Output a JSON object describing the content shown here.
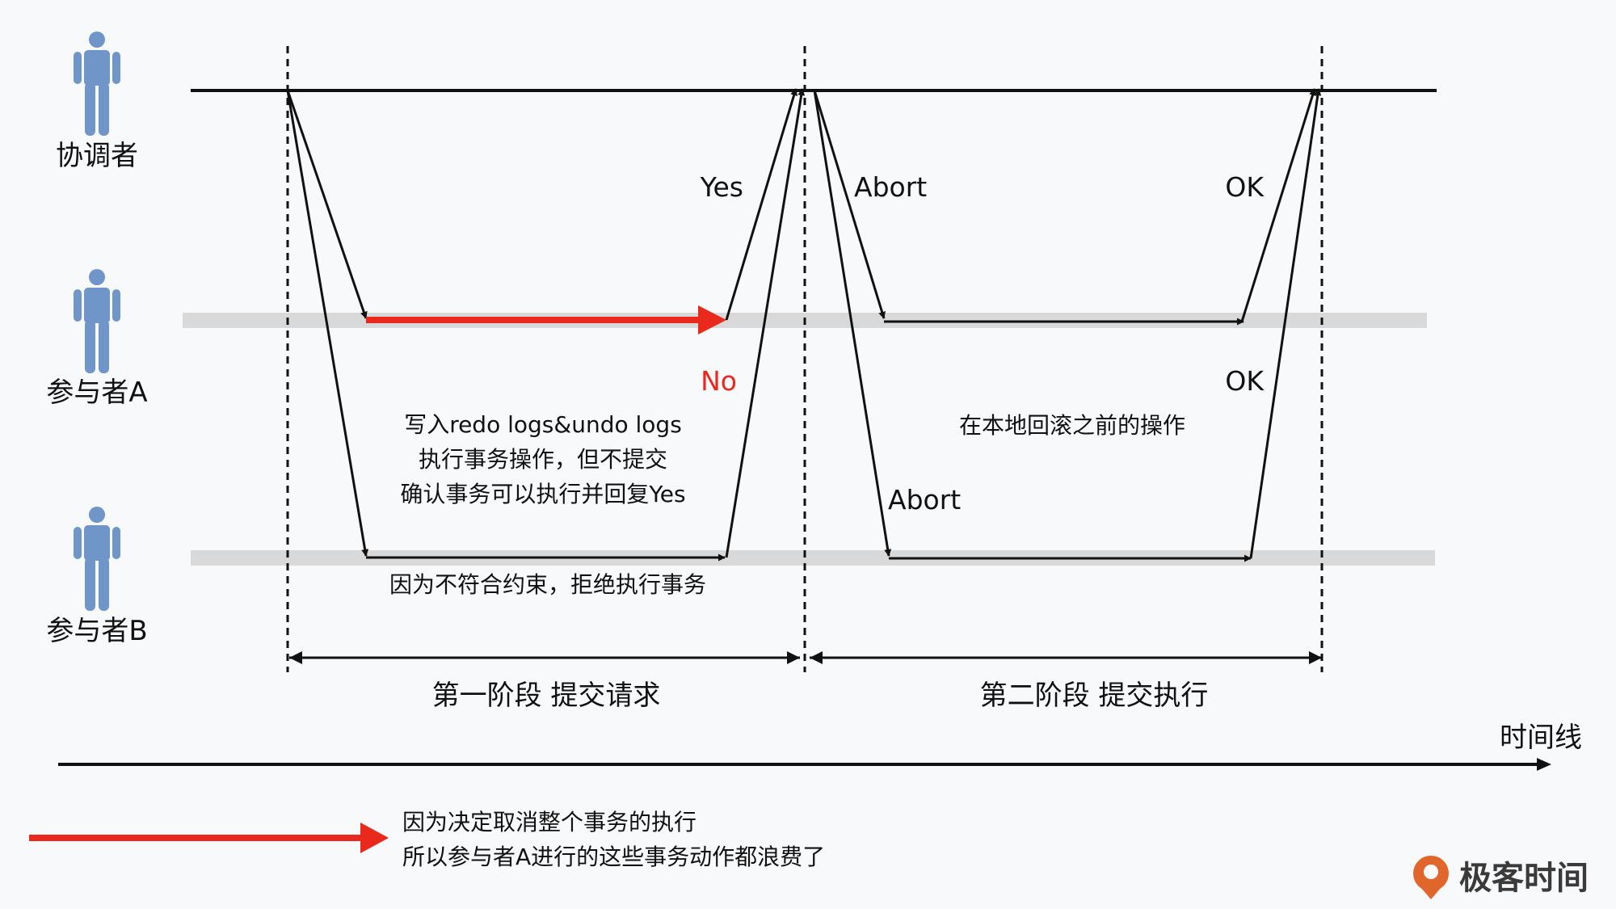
{
  "actors": {
    "coordinator": "协调者",
    "participant_a": "参与者A",
    "participant_b": "参与者B"
  },
  "messages": {
    "yes": "Yes",
    "abort_top": "Abort",
    "ok_top": "OK",
    "no": "No",
    "ok_mid": "OK",
    "abort_bottom": "Abort"
  },
  "notes": {
    "phase1_line1": "写入redo logs&undo logs",
    "phase1_line2": "执行事务操作，但不提交",
    "phase1_line3": "确认事务可以执行并回复Yes",
    "phase2": "在本地回滚之前的操作",
    "b_reject": "因为不符合约束，拒绝执行事务"
  },
  "phases": {
    "phase1": "第一阶段 提交请求",
    "phase2": "第二阶段 提交执行"
  },
  "timeline": "时间线",
  "legend": {
    "line1": "因为决定取消整个事务的执行",
    "line2": "所以参与者A进行的这些事务动作都浪费了"
  },
  "logo": "极客时间",
  "colors": {
    "person": "#6f95c9",
    "wasted": "#e8291c",
    "lane": "#d9d9d9",
    "line": "#111111",
    "no_label": "#e8291c",
    "logo": "#e1662b"
  }
}
